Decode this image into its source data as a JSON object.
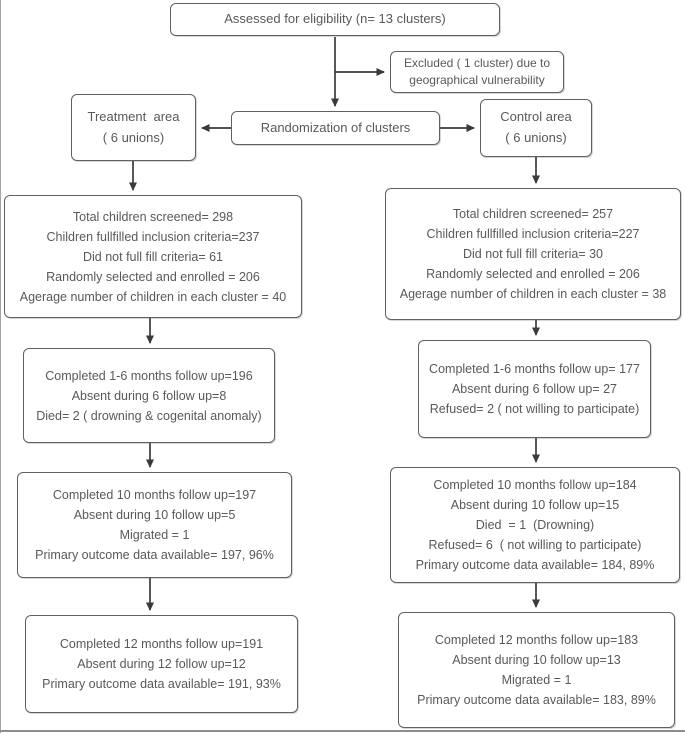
{
  "colors": {
    "box_border": "#616161",
    "text": "#595959",
    "arrow": "#3a3a3a",
    "background": "#ffffff"
  },
  "boxes": {
    "assessed": {
      "lines": [
        "Assessed for eligibility (n= 13 clusters)"
      ]
    },
    "excluded": {
      "lines": [
        "Excluded ( 1 cluster) due to",
        "geographical vulnerability"
      ]
    },
    "treatment_area": {
      "lines": [
        "Treatment  area",
        "( 6 unions)"
      ]
    },
    "randomization": {
      "lines": [
        "Randomization of clusters"
      ]
    },
    "control_area": {
      "lines": [
        "Control area",
        "( 6 unions)"
      ]
    },
    "treatment_screening": {
      "lines": [
        "Total children screened= 298",
        "Children fullfilled inclusion criteria=237",
        "Did not full fill criteria= 61",
        "Randomly selected and enrolled = 206",
        "Agerage number of children in each cluster = 40"
      ]
    },
    "control_screening": {
      "lines": [
        "Total children screened= 257",
        "Children fullfilled inclusion criteria=227",
        "Did not full fill criteria= 30",
        "Randomly selected and enrolled = 206",
        "Agerage number of children in each cluster = 38"
      ]
    },
    "treatment_6_months": {
      "lines": [
        "Completed 1-6 months follow up=196",
        "Absent during 6 follow up=8",
        "Died= 2 ( drowning & cogenital anomaly)"
      ]
    },
    "control_6_months": {
      "lines": [
        "Completed 1-6 months follow up= 177",
        "Absent during 6 follow up= 27",
        "Refused= 2 ( not willing to participate)"
      ]
    },
    "treatment_10_months": {
      "lines": [
        "Completed 10 months follow up=197",
        "Absent during 10 follow up=5",
        "Migrated = 1",
        "Primary outcome data available= 197, 96%"
      ]
    },
    "control_10_months": {
      "lines": [
        "Completed 10 months follow up=184",
        "Absent during 10 follow up=15",
        "Died  = 1  (Drowning)",
        "Refused= 6  ( not willing to participate)",
        "Primary outcome data available= 184, 89%"
      ]
    },
    "treatment_12_months": {
      "lines": [
        "Completed 12 months follow up=191",
        "Absent during 12 follow up=12",
        "Primary outcome data available= 191, 93%"
      ]
    },
    "control_12_months": {
      "lines": [
        "Completed 12 months follow up=183",
        "Absent during 10 follow up=13",
        "Migrated = 1",
        "Primary outcome data available= 183, 89%"
      ]
    }
  }
}
